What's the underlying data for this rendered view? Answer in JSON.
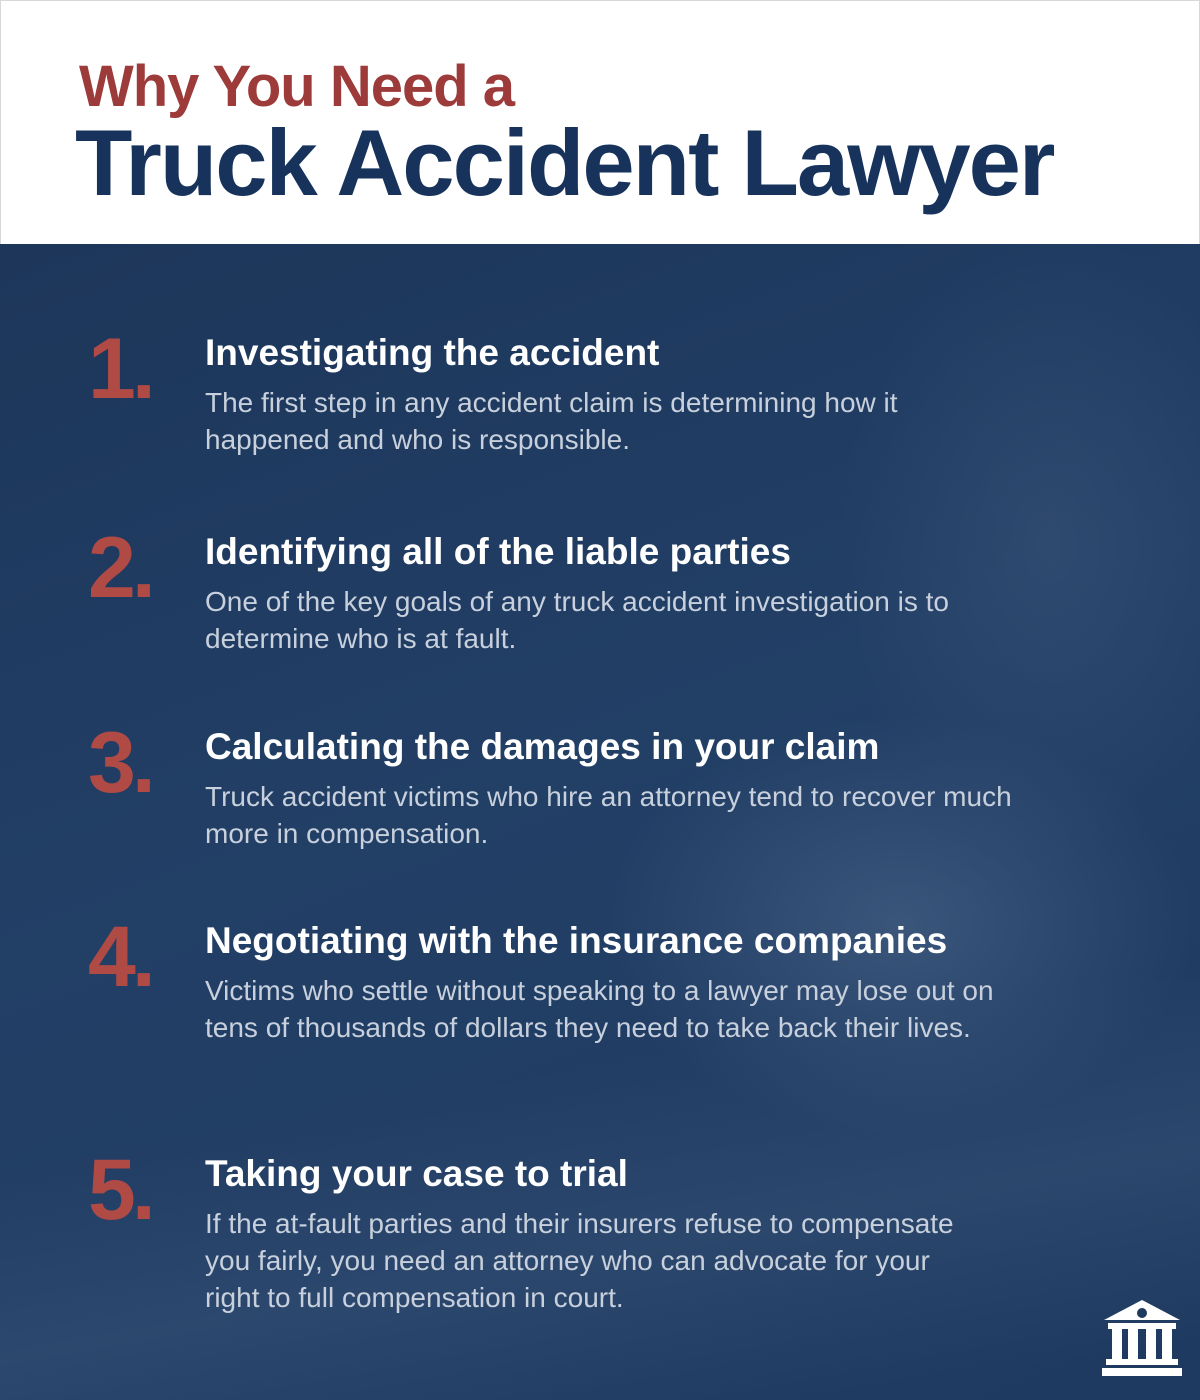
{
  "header": {
    "line1": "Why You Need a",
    "line2": "Truck Accident Lawyer"
  },
  "items": [
    {
      "number": "1.",
      "title": "Investigating the accident",
      "description": "The first step in any accident claim is determining how it happened and who is responsible."
    },
    {
      "number": "2.",
      "title": "Identifying all of the liable parties",
      "description": "One of the key goals of any truck accident investigation is to determine who is at fault."
    },
    {
      "number": "3.",
      "title": "Calculating the damages in your claim",
      "description": "Truck accident victims who hire an attorney tend to recover much more in compensation."
    },
    {
      "number": "4.",
      "title": "Negotiating with the insurance companies",
      "description": "Victims who settle without speaking to a lawyer may lose out on tens of thousands of dollars they need to take back their lives."
    },
    {
      "number": "5.",
      "title": "Taking your case to trial",
      "description": "If the at-fault parties and their insurers refuse to compensate you fairly, you need an attorney who can advocate for your right to full compensation in court."
    }
  ],
  "colors": {
    "navy": "#17335c",
    "red": "#b04a45",
    "panel": "#1f3a60"
  }
}
